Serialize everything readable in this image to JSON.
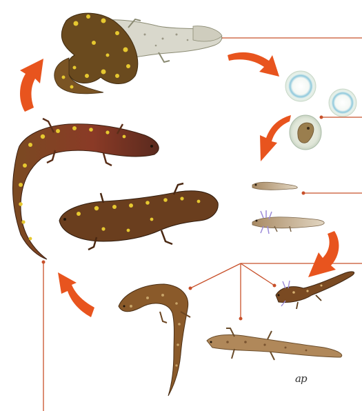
{
  "diagram": {
    "stages": [
      {
        "id": "mating",
        "name": "mating-pair-illustration"
      },
      {
        "id": "eggs",
        "name": "eggs-illustration"
      },
      {
        "id": "larvae",
        "name": "larvae-illustration"
      },
      {
        "id": "juveniles",
        "name": "juvenile-salamanders-illustration"
      },
      {
        "id": "adults",
        "name": "adult-salamanders-illustration"
      }
    ],
    "signature": "ap",
    "colors": {
      "arrow": "#e8541e",
      "leader": "#c8502a",
      "body": "#8a5a2a",
      "spot": "#e6c830",
      "adult_red": "#8a3a26",
      "belly": "#c9c4a8",
      "egg_ring": "#9ccfe0",
      "gill": "#9b8ad8"
    }
  }
}
